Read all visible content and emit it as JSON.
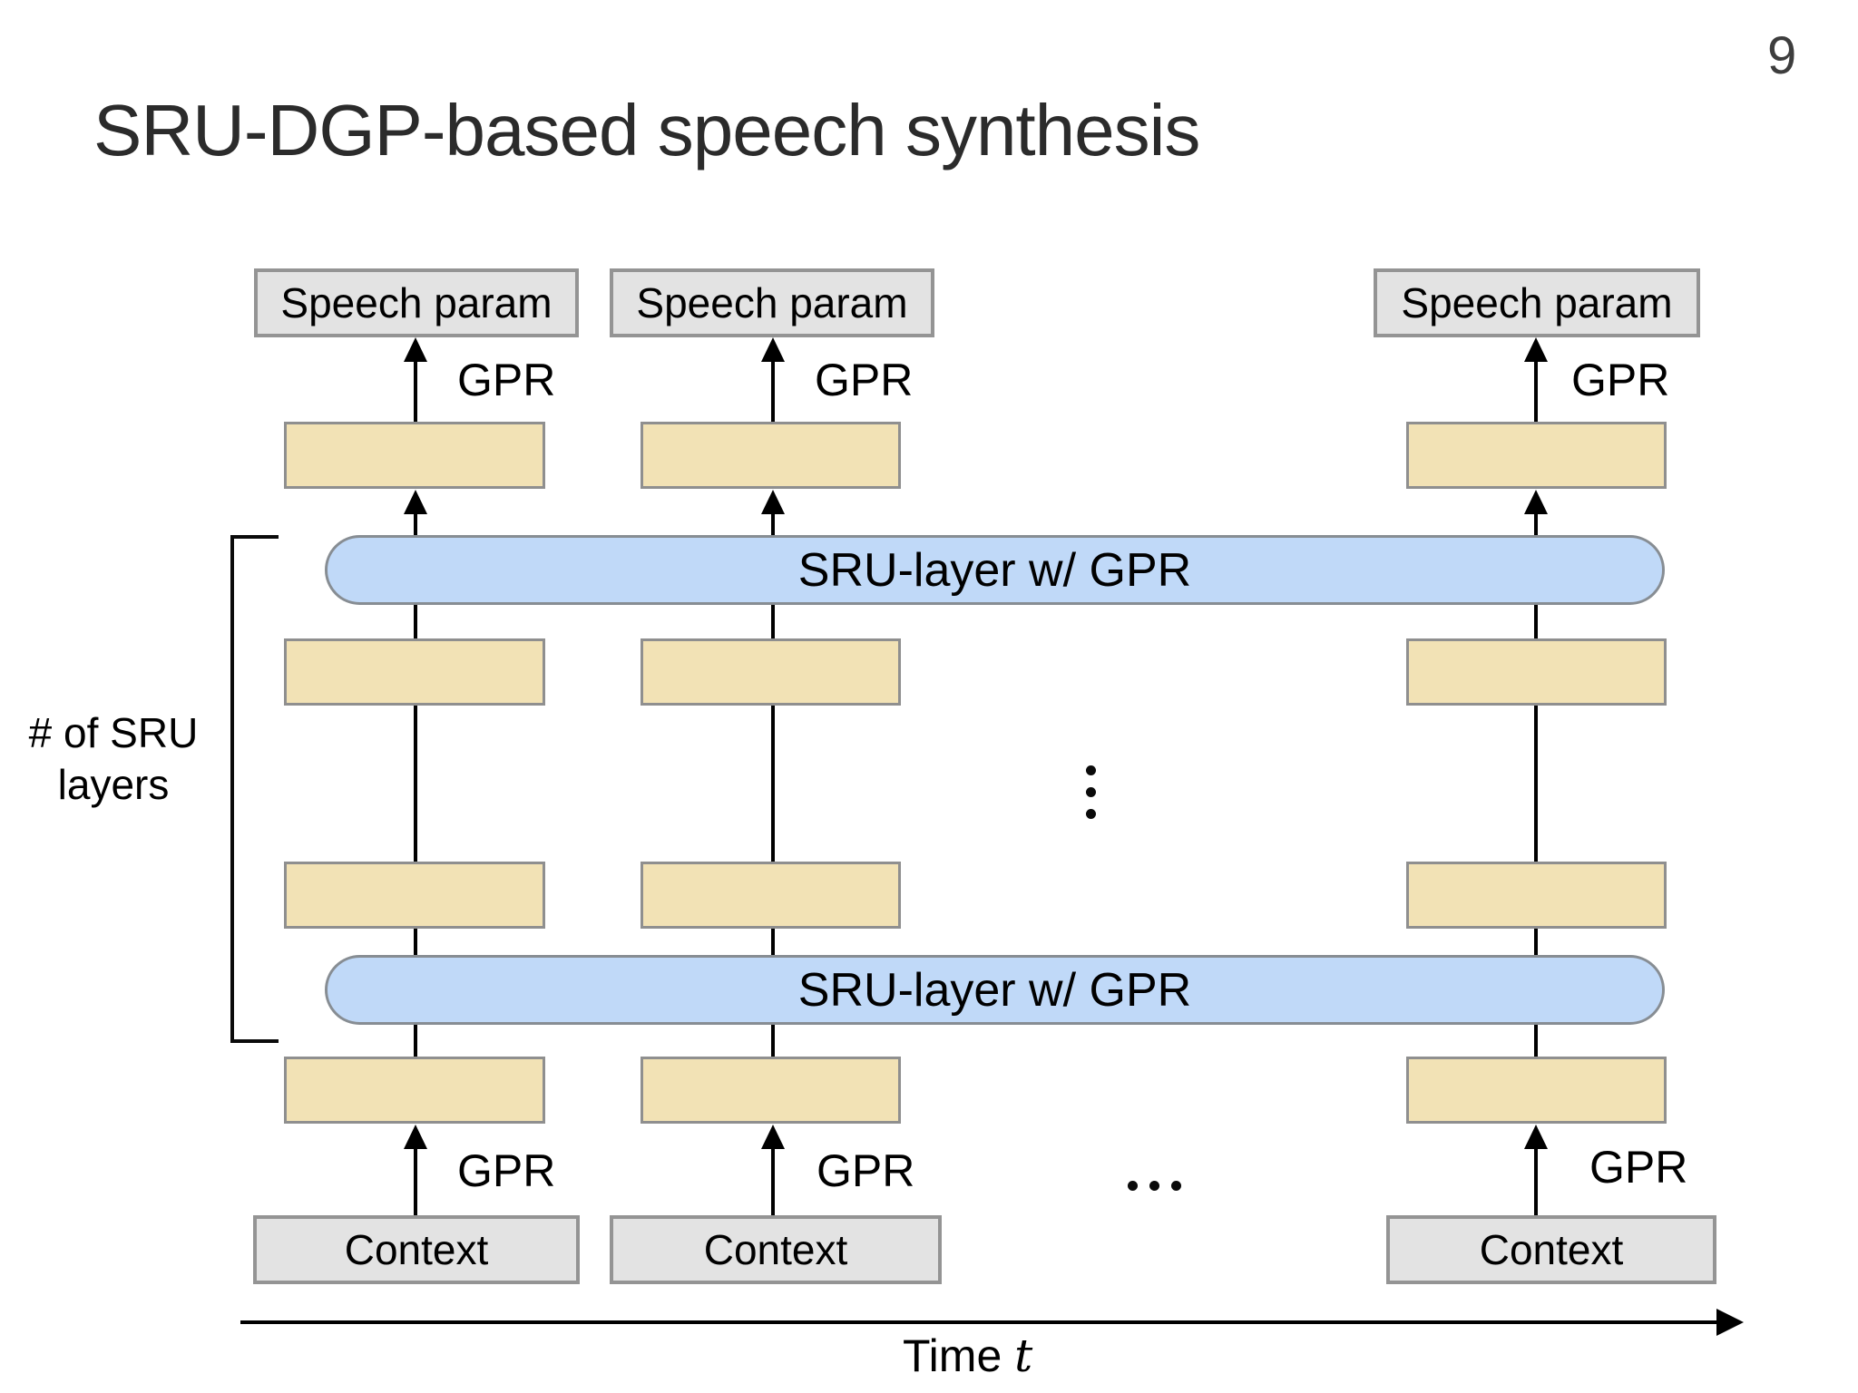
{
  "page": {
    "number": "9",
    "title": "SRU-DGP-based speech synthesis"
  },
  "diagram": {
    "output_box_label": "Speech param",
    "input_box_label": "Context",
    "gpr_label": "GPR",
    "sru_bar_label": "SRU-layer w/ GPR",
    "layers_bracket_label_line1": "# of SRU",
    "layers_bracket_label_line2": "layers",
    "time_label": "Time",
    "time_var": "t",
    "colors": {
      "hidden_layer_fill": "#f2e2b5",
      "sru_layer_fill": "#c0d9f8",
      "io_box_fill": "#e3e3e3",
      "box_border": "#8f8f8f",
      "arrow_black": "#000000"
    }
  }
}
